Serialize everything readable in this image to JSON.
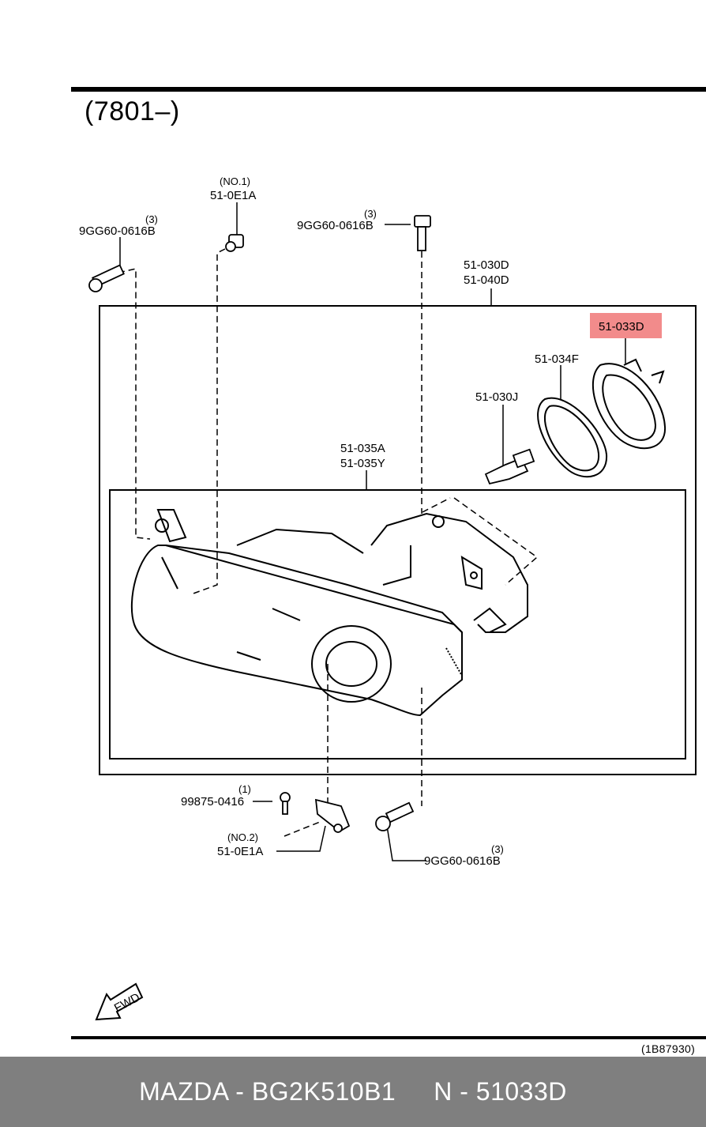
{
  "header": {
    "code": "(7801–)"
  },
  "labels": {
    "bolt_top_left": {
      "qty": "(3)",
      "part": "9GG60-0616B"
    },
    "clip_top": {
      "note": "(NO.1)",
      "part": "51-0E1A"
    },
    "bolt_top_mid": {
      "qty": "(3)",
      "part": "9GG60-0616B"
    },
    "headlamp_assy": {
      "part1": "51-030D",
      "part2": "51-040D"
    },
    "highlighted": {
      "part": "51-033D",
      "highlight_color": "#f28b8b"
    },
    "seal_ring": {
      "part": "51-034F"
    },
    "bulb": {
      "part": "51-030J"
    },
    "lens_unit": {
      "part1": "51-035A",
      "part2": "51-035Y"
    },
    "screw_bottom": {
      "qty": "(1)",
      "part": "99875-0416"
    },
    "clip_bottom": {
      "note": "(NO.2)",
      "part": "51-0E1A"
    },
    "bolt_bottom": {
      "qty": "(3)",
      "part": "9GG60-0616B"
    },
    "fwd": "FWD"
  },
  "figure_ref": "(1B87930)",
  "footer": {
    "left": "MAZDA - BG2K510B1",
    "right": "N - 51033D"
  }
}
